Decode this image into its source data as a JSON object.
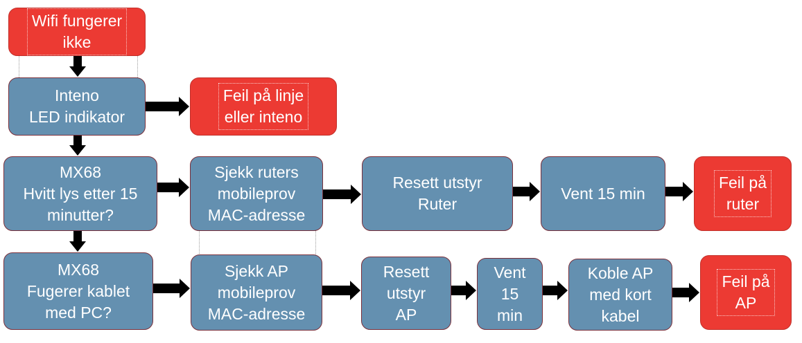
{
  "colors": {
    "process": "#6490b0",
    "fault": "#ec3a33",
    "arrow": "#000000"
  },
  "nodes": {
    "wifi": "Wifi fungerer\nikke",
    "inteno": "Inteno\nLED indikator",
    "feil_linje": "Feil på linje\neller inteno",
    "mx68_hvitt": "MX68\nHvitt lys etter 15\nminutter?",
    "sjekk_ruters": "Sjekk ruters\nmobileprov\nMAC-adresse",
    "resett_ruter": "Resett utstyr\nRuter",
    "vent_15": "Vent 15 min",
    "feil_ruter": "Feil på\nruter",
    "mx68_kablet": "MX68\nFugerer kablet\nmed PC?",
    "sjekk_ap": "Sjekk AP\nmobileprov\nMAC-adresse",
    "resett_ap": "Resett\nutstyr\nAP",
    "vent_15_ap": "Vent\n15\nmin",
    "koble_ap": "Koble AP\nmed kort\nkabel",
    "feil_ap": "Feil på\nAP"
  }
}
